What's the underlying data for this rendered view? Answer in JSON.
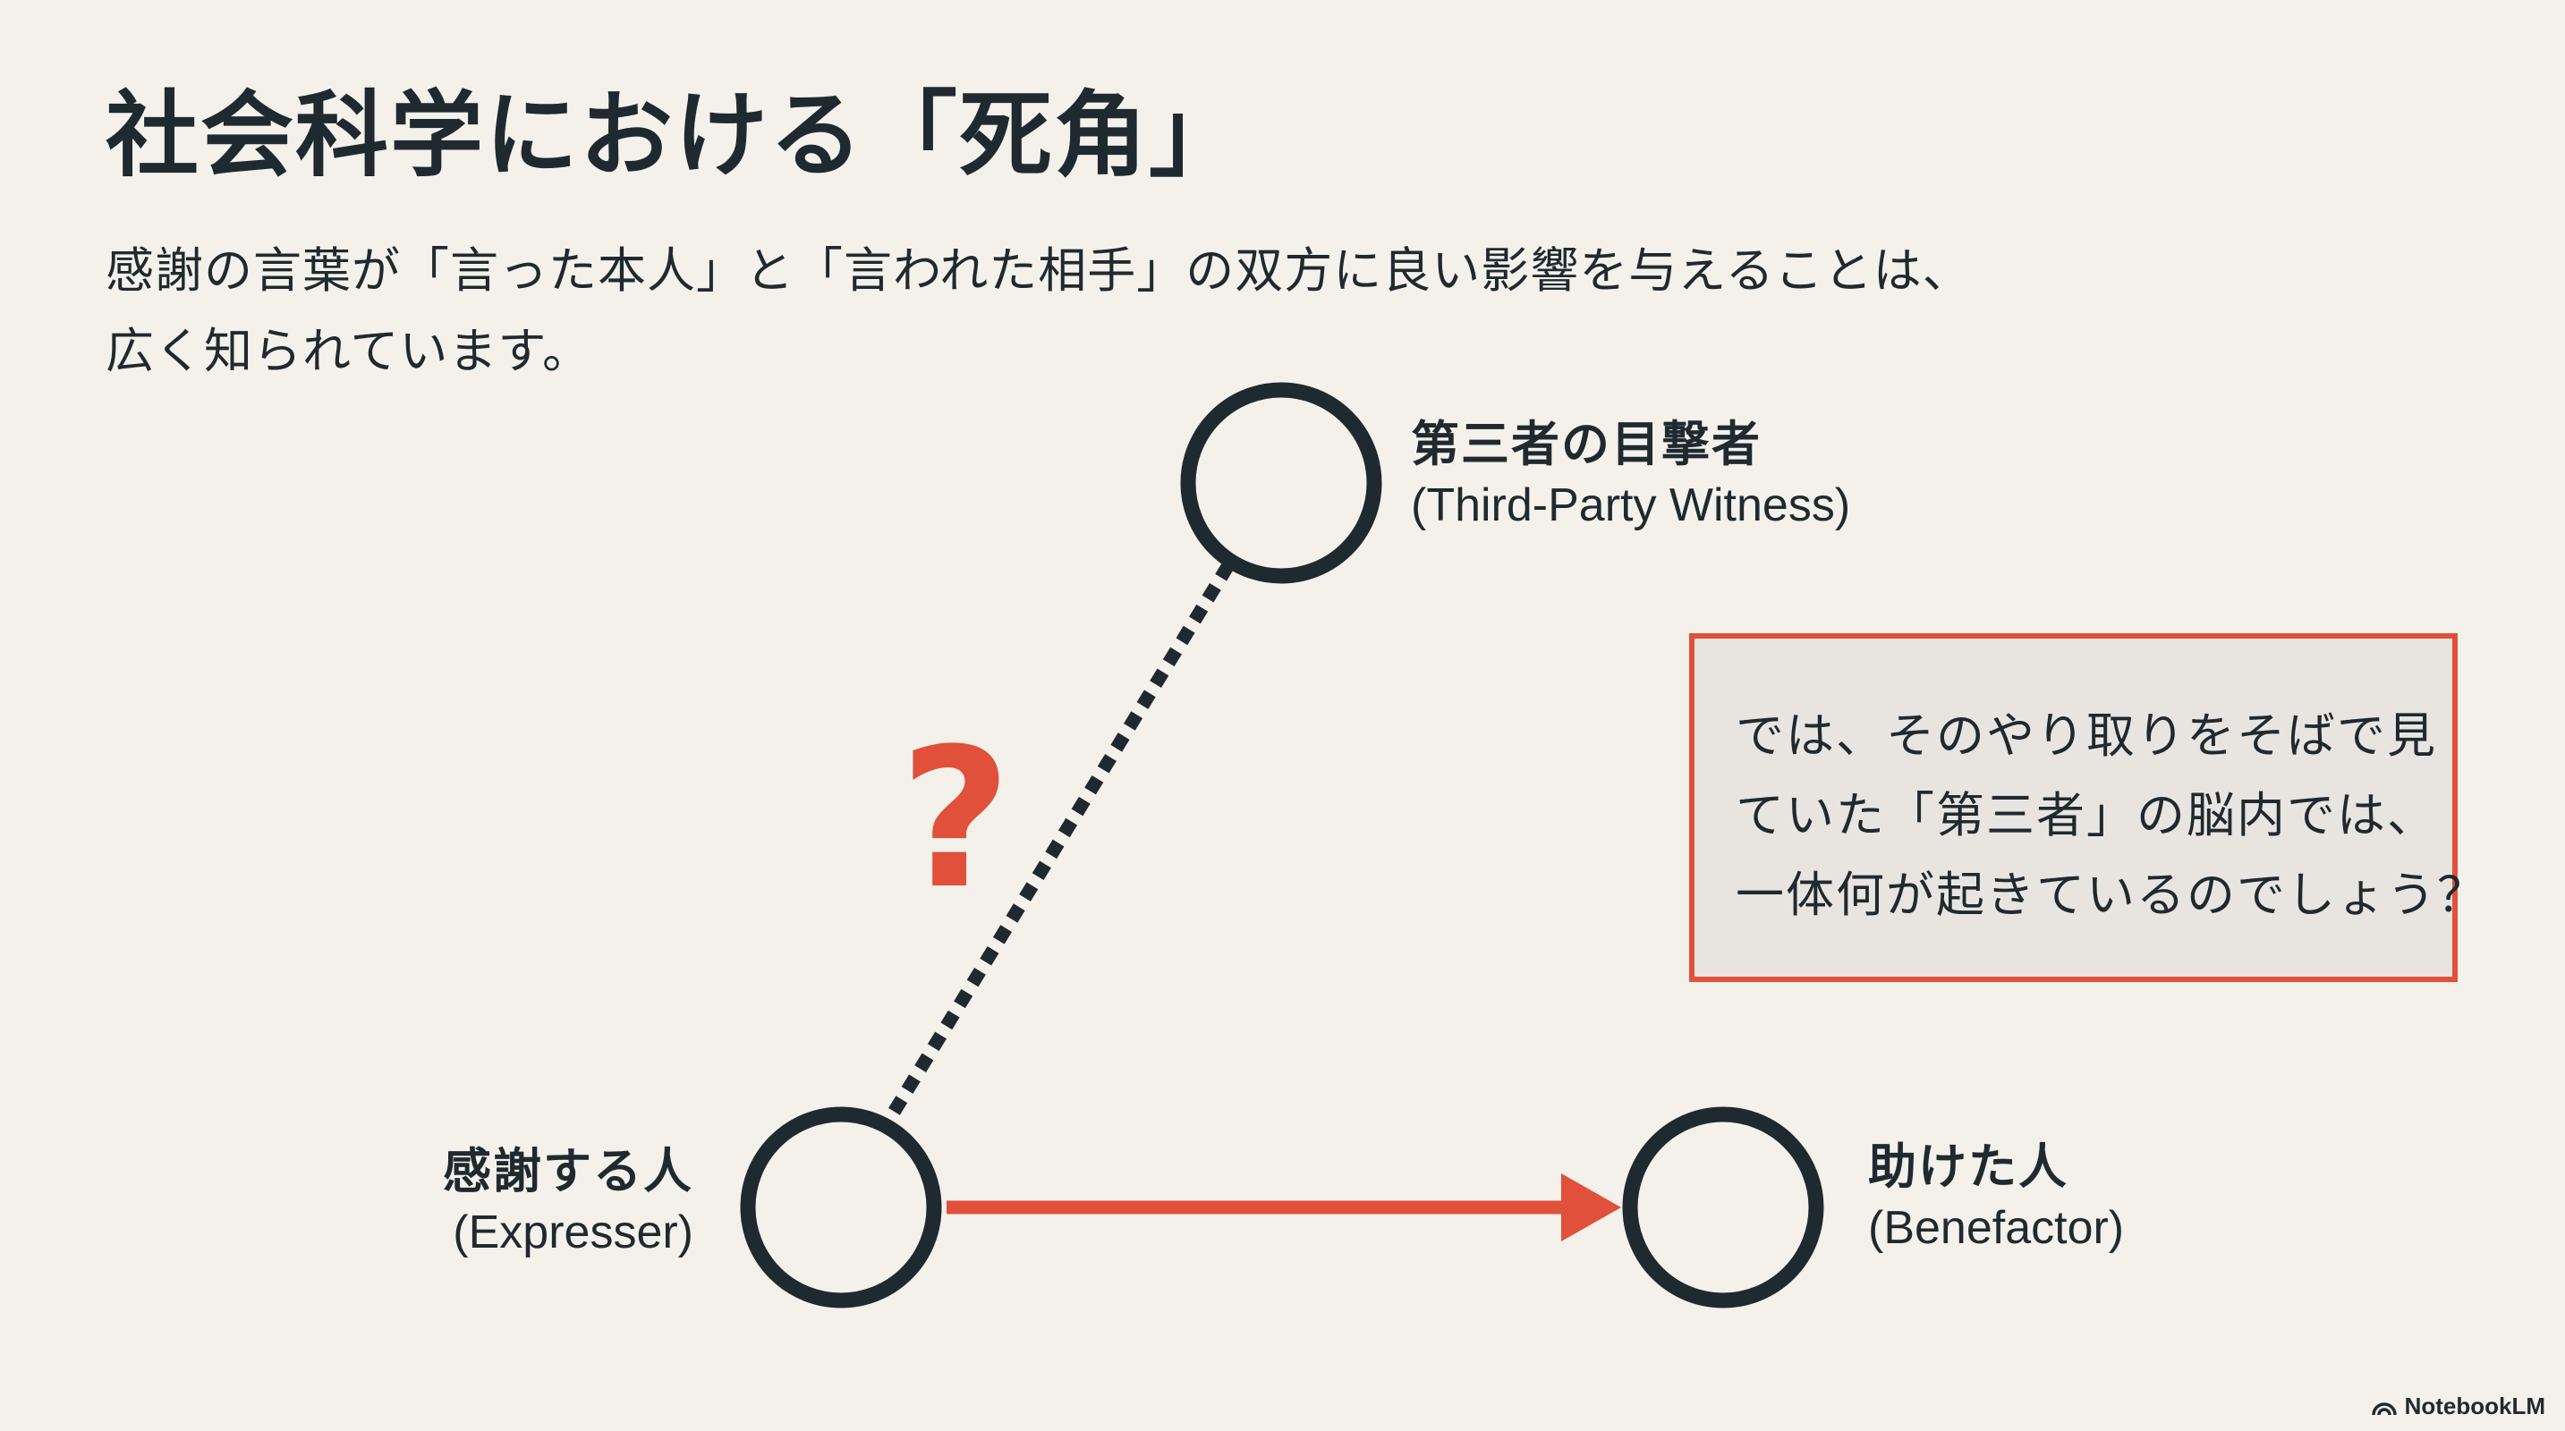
{
  "slide": {
    "title": "社会科学における「死角」",
    "intro_lines": [
      "感謝の言葉が「言った本人」と「言われた相手」の双方に良い影響を与えることは、",
      "広く知られています。"
    ]
  },
  "diagram": {
    "question_mark": "?",
    "nodes": {
      "witness": {
        "ja": "第三者の目撃者",
        "en": "(Third-Party Witness)"
      },
      "expresser": {
        "ja": "感謝する人",
        "en": "(Expresser)"
      },
      "benefactor": {
        "ja": "助けた人",
        "en": "(Benefactor)"
      }
    },
    "callout_lines": [
      "では、そのやり取りをそばで見",
      "ていた「第三者」の脳内では、",
      "一体何が起きているのでしょう？"
    ],
    "colors": {
      "node_stroke": "#1f2a30",
      "accent": "#e0503a",
      "callout_bg": "#e8e5e0"
    }
  },
  "brand": {
    "name": "NotebookLM",
    "icon": "notebooklm-logo-icon"
  }
}
